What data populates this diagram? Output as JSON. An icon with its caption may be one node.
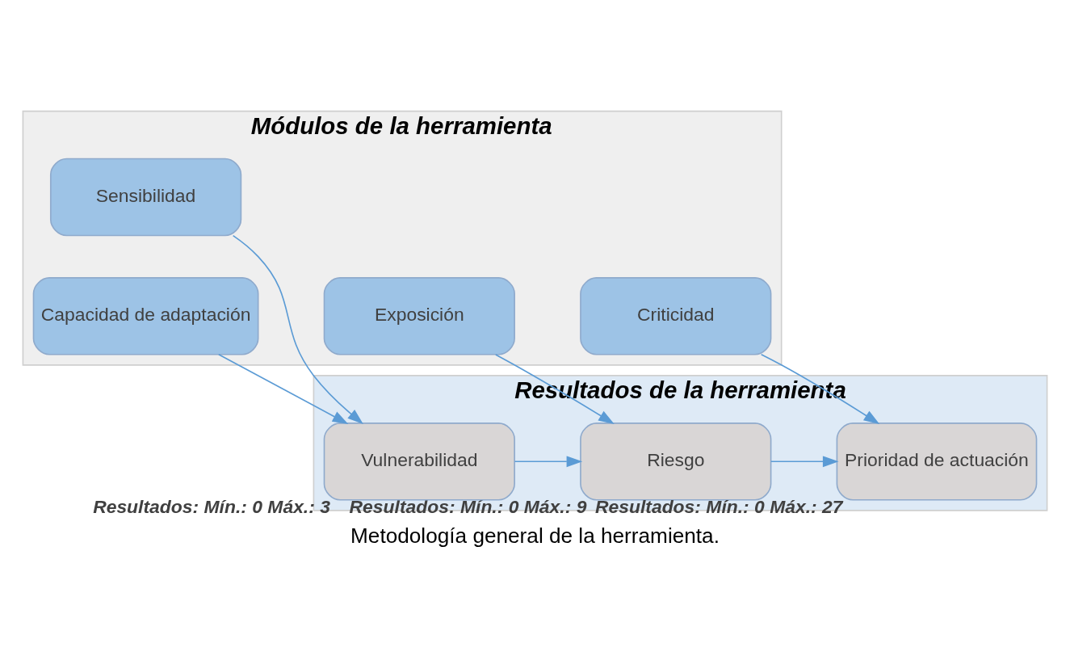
{
  "diagram": {
    "caption": "Metodología general de la herramienta.",
    "nodes": [
      {
        "text": [
          "Módulos de la herramienta"
        ]
      },
      {
        "text": [
          "Exposición"
        ],
        "in": 0
      },
      {
        "text": [
          "Sensibilidad"
        ],
        "in": 0
      },
      {
        "text": [
          "Capacidad de adaptación"
        ],
        "in": 0
      },
      {
        "text": [
          "Criticidad"
        ],
        "in": 0
      },
      {
        "text": [
          "Resultados de la herramienta"
        ]
      },
      {
        "text": [
          "Riesgo"
        ],
        "in": 5,
        "beside": [
          "Resultados: Mín.: 0 Máx.: 9"
        ]
      },
      {
        "text": [
          "Vulnerabilidad"
        ],
        "in": 5,
        "beside": [
          "Resultados: Mín.: 0 Máx.: 3"
        ]
      },
      {
        "text": [
          "Prioridad de actuación"
        ],
        "in": 5,
        "beside": [
          "Resultados: Mín.: 0 Máx.: 27"
        ]
      }
    ],
    "edges": [
      {
        "from": 1,
        "to": 6,
        "arrow": "to"
      },
      {
        "from": 2,
        "to": 7,
        "arrow": "to"
      },
      {
        "from": 3,
        "to": 7,
        "arrow": "to"
      },
      {
        "from": 7,
        "to": 6,
        "arrow": "to"
      },
      {
        "from": 6,
        "to": 8,
        "arrow": "to"
      },
      {
        "from": 4,
        "to": 8,
        "arrow": "to"
      }
    ]
  }
}
